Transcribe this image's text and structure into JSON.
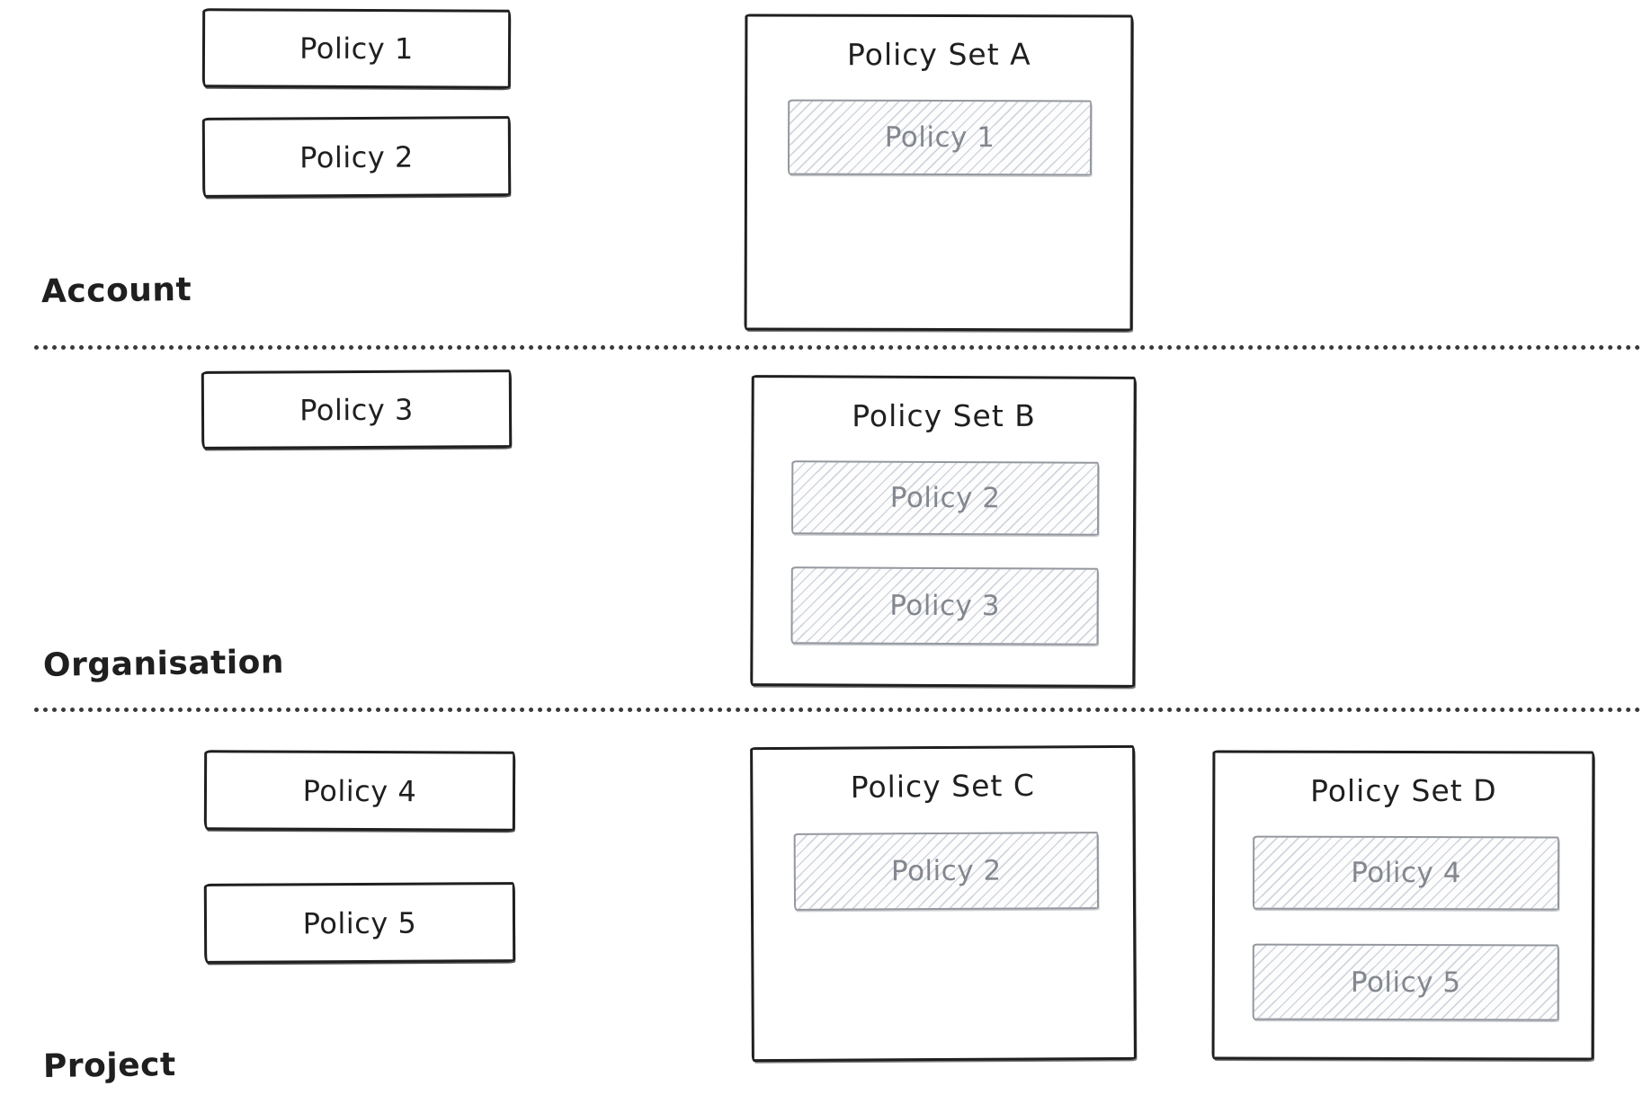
{
  "sections": [
    {
      "label": "Account",
      "policies": [
        {
          "label": "Policy 1"
        },
        {
          "label": "Policy 2"
        }
      ],
      "policy_sets": [
        {
          "title": "Policy Set A",
          "members": [
            {
              "label": "Policy 1"
            }
          ]
        }
      ]
    },
    {
      "label": "Organisation",
      "policies": [
        {
          "label": "Policy 3"
        }
      ],
      "policy_sets": [
        {
          "title": "Policy Set B",
          "members": [
            {
              "label": "Policy 2"
            },
            {
              "label": "Policy 3"
            }
          ]
        }
      ]
    },
    {
      "label": "Project",
      "policies": [
        {
          "label": "Policy 4"
        },
        {
          "label": "Policy 5"
        }
      ],
      "policy_sets": [
        {
          "title": "Policy Set C",
          "members": [
            {
              "label": "Policy 2"
            }
          ]
        },
        {
          "title": "Policy Set D",
          "members": [
            {
              "label": "Policy 4"
            },
            {
              "label": "Policy 5"
            }
          ]
        }
      ]
    }
  ],
  "colors": {
    "ink": "#1f1f1f",
    "muted-border": "#94989e",
    "muted-text": "#83878e",
    "hatch": "#d2d6dd",
    "divider": "#3a3a3a"
  }
}
